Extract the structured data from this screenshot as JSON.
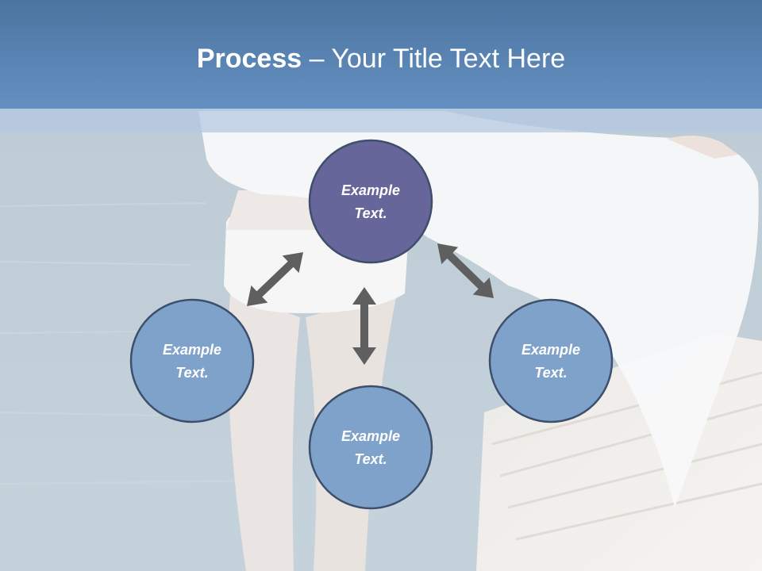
{
  "slide": {
    "title_bold": "Process",
    "title_rest": " – Your Title Text Here"
  },
  "diagram": {
    "nodes": [
      {
        "id": "top",
        "line1": "Example",
        "line2": "Text.",
        "fill": "#66669a"
      },
      {
        "id": "left",
        "line1": "Example",
        "line2": "Text.",
        "fill": "#7fa2ca"
      },
      {
        "id": "bottom",
        "line1": "Example",
        "line2": "Text.",
        "fill": "#7fa2ca"
      },
      {
        "id": "right",
        "line1": "Example",
        "line2": "Text.",
        "fill": "#7fa2ca"
      }
    ],
    "colors": {
      "node_border": "#3d4f6b",
      "arrow": "#5f5f5f",
      "header": "#5a84b4"
    }
  }
}
